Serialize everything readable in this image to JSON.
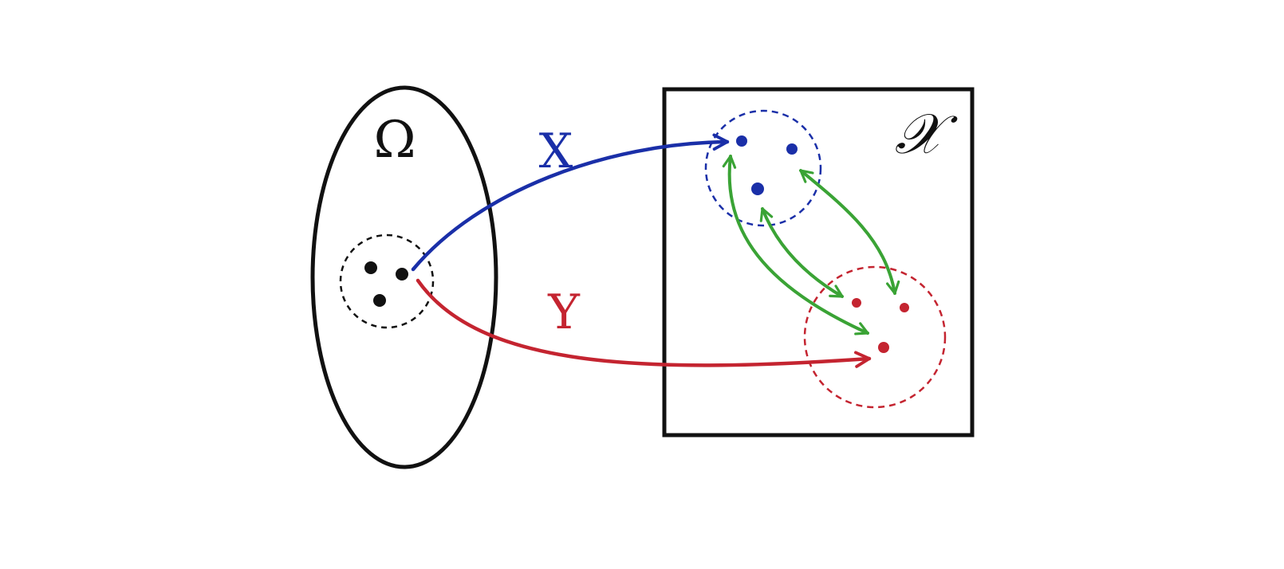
{
  "diagram": {
    "sample_space_label": "Ω",
    "space_label": "𝒳",
    "map_x_label": "X",
    "map_y_label": "Y",
    "colors": {
      "outline": "#111111",
      "map_x": "#1a2fa8",
      "map_y": "#c42430",
      "coupling": "#3aa335"
    }
  }
}
